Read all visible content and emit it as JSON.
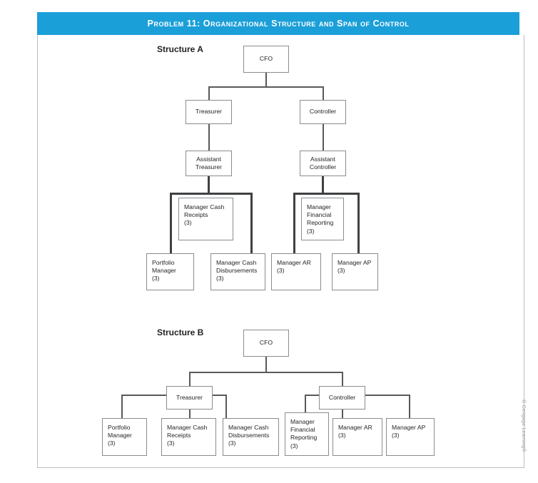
{
  "header": {
    "title": "Problem 11: Organizational Structure and Span of Control",
    "banner_color": "#1b9fd8"
  },
  "credit": "© Cengage Learning®",
  "sections": {
    "a": {
      "caption": "Structure A"
    },
    "b": {
      "caption": "Structure B"
    }
  },
  "chart_data": {
    "type": "diagram",
    "title": "Problem 11: Organizational Structure and Span of Control",
    "diagrams": [
      {
        "name": "Structure A",
        "levels": 4,
        "nodes": [
          {
            "id": "a-cfo",
            "label": "CFO",
            "level": 0
          },
          {
            "id": "a-treasurer",
            "label": "Treasurer",
            "level": 1
          },
          {
            "id": "a-controller",
            "label": "Controller",
            "level": 1
          },
          {
            "id": "a-asst-treasurer",
            "label": "Assistant\nTreasurer",
            "level": 2
          },
          {
            "id": "a-asst-controller",
            "label": "Assistant\nController",
            "level": 2
          },
          {
            "id": "a-mgr-cash-receipts",
            "label": "Manager Cash\nReceipts\n(3)",
            "level": 3,
            "span": 3
          },
          {
            "id": "a-mgr-fin-reporting",
            "label": "Manager\nFinancial\nReporting\n(3)",
            "level": 3,
            "span": 3
          },
          {
            "id": "a-portfolio-manager",
            "label": "Portfolio\nManager\n(3)",
            "level": 3,
            "span": 3
          },
          {
            "id": "a-mgr-cash-disb",
            "label": "Manager Cash\nDisbursements\n(3)",
            "level": 3,
            "span": 3
          },
          {
            "id": "a-mgr-ar",
            "label": "Manager AR\n(3)",
            "level": 3,
            "span": 3
          },
          {
            "id": "a-mgr-ap",
            "label": "Manager AP\n(3)",
            "level": 3,
            "span": 3
          }
        ],
        "edges": [
          {
            "from": "a-cfo",
            "to": "a-treasurer"
          },
          {
            "from": "a-cfo",
            "to": "a-controller"
          },
          {
            "from": "a-treasurer",
            "to": "a-asst-treasurer"
          },
          {
            "from": "a-controller",
            "to": "a-asst-controller"
          },
          {
            "from": "a-asst-treasurer",
            "to": "a-portfolio-manager"
          },
          {
            "from": "a-asst-treasurer",
            "to": "a-mgr-cash-receipts"
          },
          {
            "from": "a-asst-treasurer",
            "to": "a-mgr-cash-disb"
          },
          {
            "from": "a-asst-controller",
            "to": "a-mgr-fin-reporting"
          },
          {
            "from": "a-asst-controller",
            "to": "a-mgr-ar"
          },
          {
            "from": "a-asst-controller",
            "to": "a-mgr-ap"
          }
        ]
      },
      {
        "name": "Structure B",
        "levels": 3,
        "nodes": [
          {
            "id": "b-cfo",
            "label": "CFO",
            "level": 0
          },
          {
            "id": "b-treasurer",
            "label": "Treasurer",
            "level": 1
          },
          {
            "id": "b-controller",
            "label": "Controller",
            "level": 1
          },
          {
            "id": "b-portfolio-manager",
            "label": "Portfolio\nManager\n(3)",
            "level": 2,
            "span": 3
          },
          {
            "id": "b-mgr-cash-receipts",
            "label": "Manager Cash\nReceipts\n(3)",
            "level": 2,
            "span": 3
          },
          {
            "id": "b-mgr-cash-disb",
            "label": "Manager Cash\nDisbursements\n(3)",
            "level": 2,
            "span": 3
          },
          {
            "id": "b-mgr-fin-reporting",
            "label": "Manager\nFinancial\nReporting\n(3)",
            "level": 2,
            "span": 3
          },
          {
            "id": "b-mgr-ar",
            "label": "Manager AR\n(3)",
            "level": 2,
            "span": 3
          },
          {
            "id": "b-mgr-ap",
            "label": "Manager AP\n(3)",
            "level": 2,
            "span": 3
          }
        ],
        "edges": [
          {
            "from": "b-cfo",
            "to": "b-treasurer"
          },
          {
            "from": "b-cfo",
            "to": "b-controller"
          },
          {
            "from": "b-treasurer",
            "to": "b-portfolio-manager"
          },
          {
            "from": "b-treasurer",
            "to": "b-mgr-cash-receipts"
          },
          {
            "from": "b-treasurer",
            "to": "b-mgr-cash-disb"
          },
          {
            "from": "b-controller",
            "to": "b-mgr-fin-reporting"
          },
          {
            "from": "b-controller",
            "to": "b-mgr-ar"
          },
          {
            "from": "b-controller",
            "to": "b-mgr-ap"
          }
        ]
      }
    ]
  },
  "nodes_a": {
    "cfo": "CFO",
    "treasurer": "Treasurer",
    "controller": "Controller",
    "asst_treasurer": "Assistant\nTreasurer",
    "asst_controller": "Assistant\nController",
    "mgr_cash_receipts": "Manager Cash\nReceipts\n(3)",
    "mgr_fin_reporting": "Manager\nFinancial\nReporting\n(3)",
    "portfolio_manager": "Portfolio\nManager\n(3)",
    "mgr_cash_disbursements": "Manager Cash\nDisbursements\n(3)",
    "mgr_ar": "Manager AR\n(3)",
    "mgr_ap": "Manager AP\n(3)"
  },
  "nodes_b": {
    "cfo": "CFO",
    "treasurer": "Treasurer",
    "controller": "Controller",
    "portfolio_manager": "Portfolio\nManager\n(3)",
    "mgr_cash_receipts": "Manager Cash\nReceipts\n(3)",
    "mgr_cash_disbursements": "Manager Cash\nDisbursements\n(3)",
    "mgr_fin_reporting": "Manager\nFinancial\nReporting\n(3)",
    "mgr_ar": "Manager AR\n(3)",
    "mgr_ap": "Manager AP\n(3)"
  }
}
